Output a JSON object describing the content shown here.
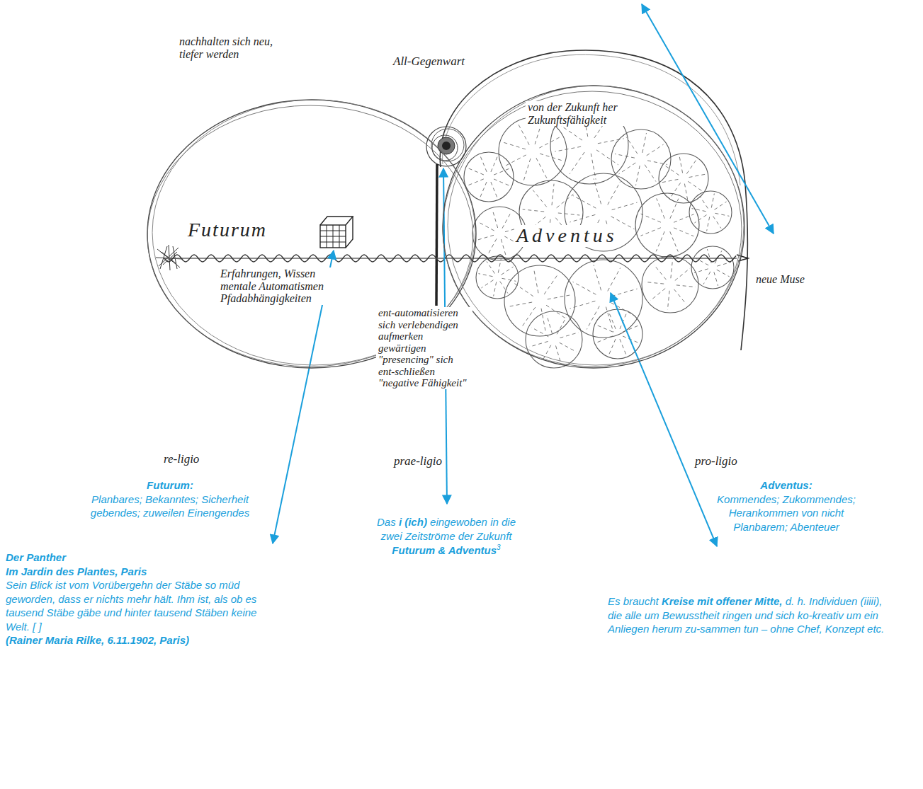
{
  "diagram": {
    "nodes": [
      {
        "text": [
          "Futurum",
          "Erfahrungen, Wissen mentale Automatismen Pfadabhängigkeiten"
        ]
      },
      {
        "text": [
          "Adventus",
          "von der Zukunft her Zukunftsfähigkeit"
        ]
      }
    ],
    "labels": [
      "nachhalten sich neu, tiefer werden",
      "All-Gegenwart",
      "neue Muse",
      "ent-automatisieren sich verlebendigen aufmerken gewärtigen \"presencing\" sich ent-schließen \"negative Fähigkeit\"",
      "re-ligio",
      "prae-ligio",
      "pro-ligio",
      "Futurum:",
      "Planbares; Bekanntes; Sicherheit gebendes; zuweilen Einengendes",
      "Das",
      "i (ich)",
      "eingewoben in die zwei Zeitströme der Zukunft",
      "Futurum & Adventus",
      "3",
      "Adventus:",
      "Kommendes; Zukommendes; Herankommen von nicht Planbarem; Abenteuer",
      "Der Panther",
      "Im Jardin des Plantes, Paris",
      "Sein Blick ist vom Vorübergehn der Stäbe so müd geworden, dass er nichts mehr hält. Ihm ist, als ob es tausend Stäbe gäbe und hinter tausend Stäben keine Welt. [ ]",
      "(Rainer Maria Rilke, 6.11.1902, Paris)",
      "Es braucht",
      "Kreise mit offener Mitte,",
      "d. h. Individuen (iiiii), die alle um Bewusstheit ringen und sich ko-kreativ um ein Anliegen herum zu-sammen tun – ohne Chef, Konzept etc."
    ]
  }
}
